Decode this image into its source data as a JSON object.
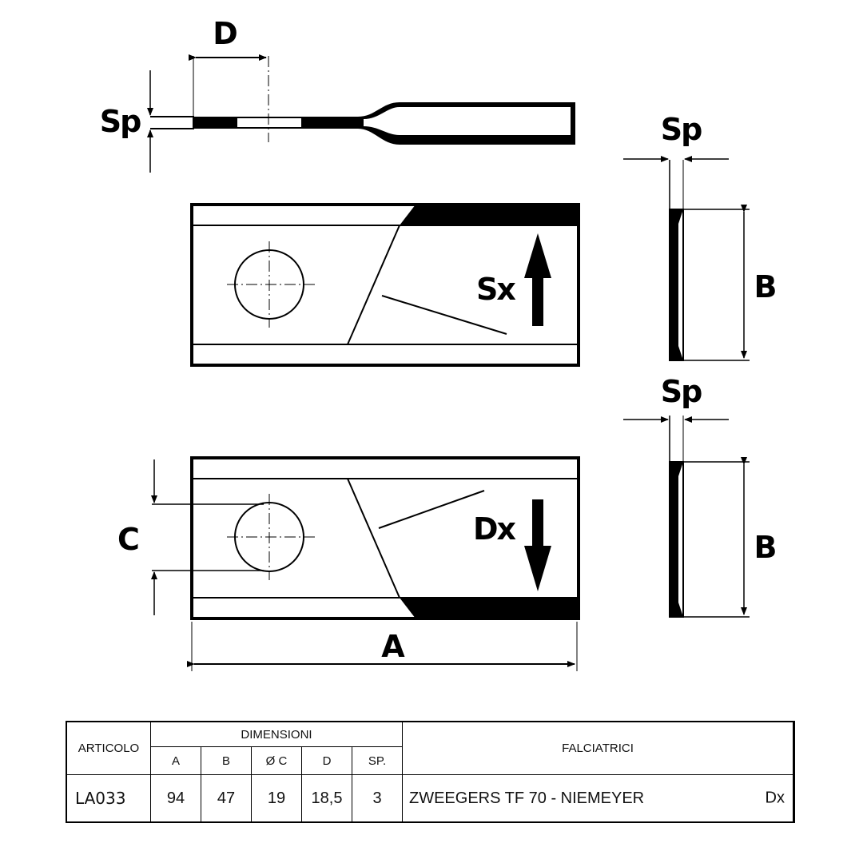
{
  "labels": {
    "dim_d": "D",
    "dim_sp_top": "Sp",
    "dim_sp_right_upper": "Sp",
    "dim_sp_right_lower": "Sp",
    "dim_b_upper": "B",
    "dim_b_lower": "B",
    "dim_c": "C",
    "dim_a": "A",
    "blade_left": "Sx",
    "blade_right": "Dx"
  },
  "table": {
    "header_article": "ARTICOLO",
    "header_dimensions": "DIMENSIONI",
    "header_mowers": "FALCIATRICI",
    "columns": [
      "A",
      "B",
      "Ø C",
      "D",
      "SP."
    ],
    "rows": [
      {
        "article": "LA033",
        "values": [
          "94",
          "47",
          "19",
          "18,5",
          "3"
        ],
        "mowers": "ZWEEGERS TF 70 - NIEMEYER",
        "side": "Dx"
      }
    ]
  }
}
